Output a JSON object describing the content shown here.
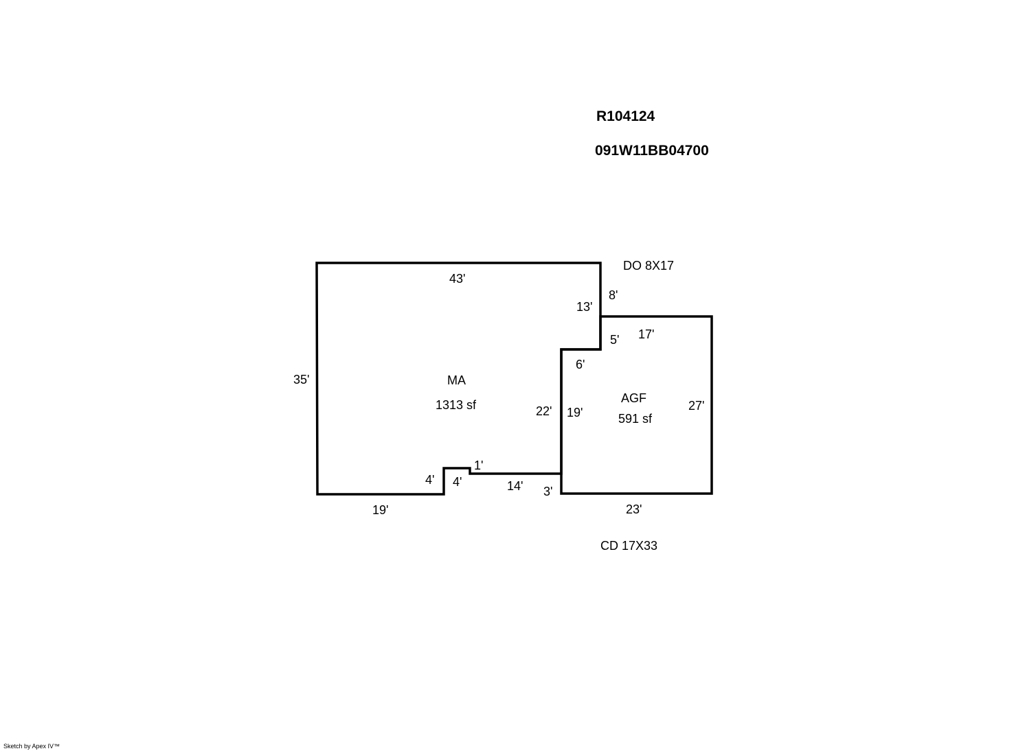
{
  "header": {
    "account_id": "R104124",
    "parcel_id": "091W11BB04700"
  },
  "areas": {
    "main": {
      "code": "MA",
      "area": "1313 sf"
    },
    "garage": {
      "code": "AGF",
      "area": "591 sf"
    }
  },
  "extras": {
    "deck_open": "DO  8X17",
    "deck_covered": "CD  17X33"
  },
  "dimensions": {
    "main_top": "43'",
    "main_left": "35'",
    "main_notch_right": "13'",
    "main_bottom_left": "19'",
    "main_step_up": "4'",
    "main_step_top": "4'",
    "main_step_small": "1'",
    "main_bottom_mid": "14'",
    "main_step_bottom": "3'",
    "main_right": "22'",
    "garage_notch_top": "6'",
    "garage_notch_right": "5'",
    "garage_top_offset": "8'",
    "garage_top": "17'",
    "garage_left": "19'",
    "garage_right": "27'",
    "garage_bottom": "23'"
  },
  "colors": {
    "line": "#000000",
    "background": "#ffffff"
  },
  "footer": {
    "credit": "Sketch by Apex IV™"
  }
}
